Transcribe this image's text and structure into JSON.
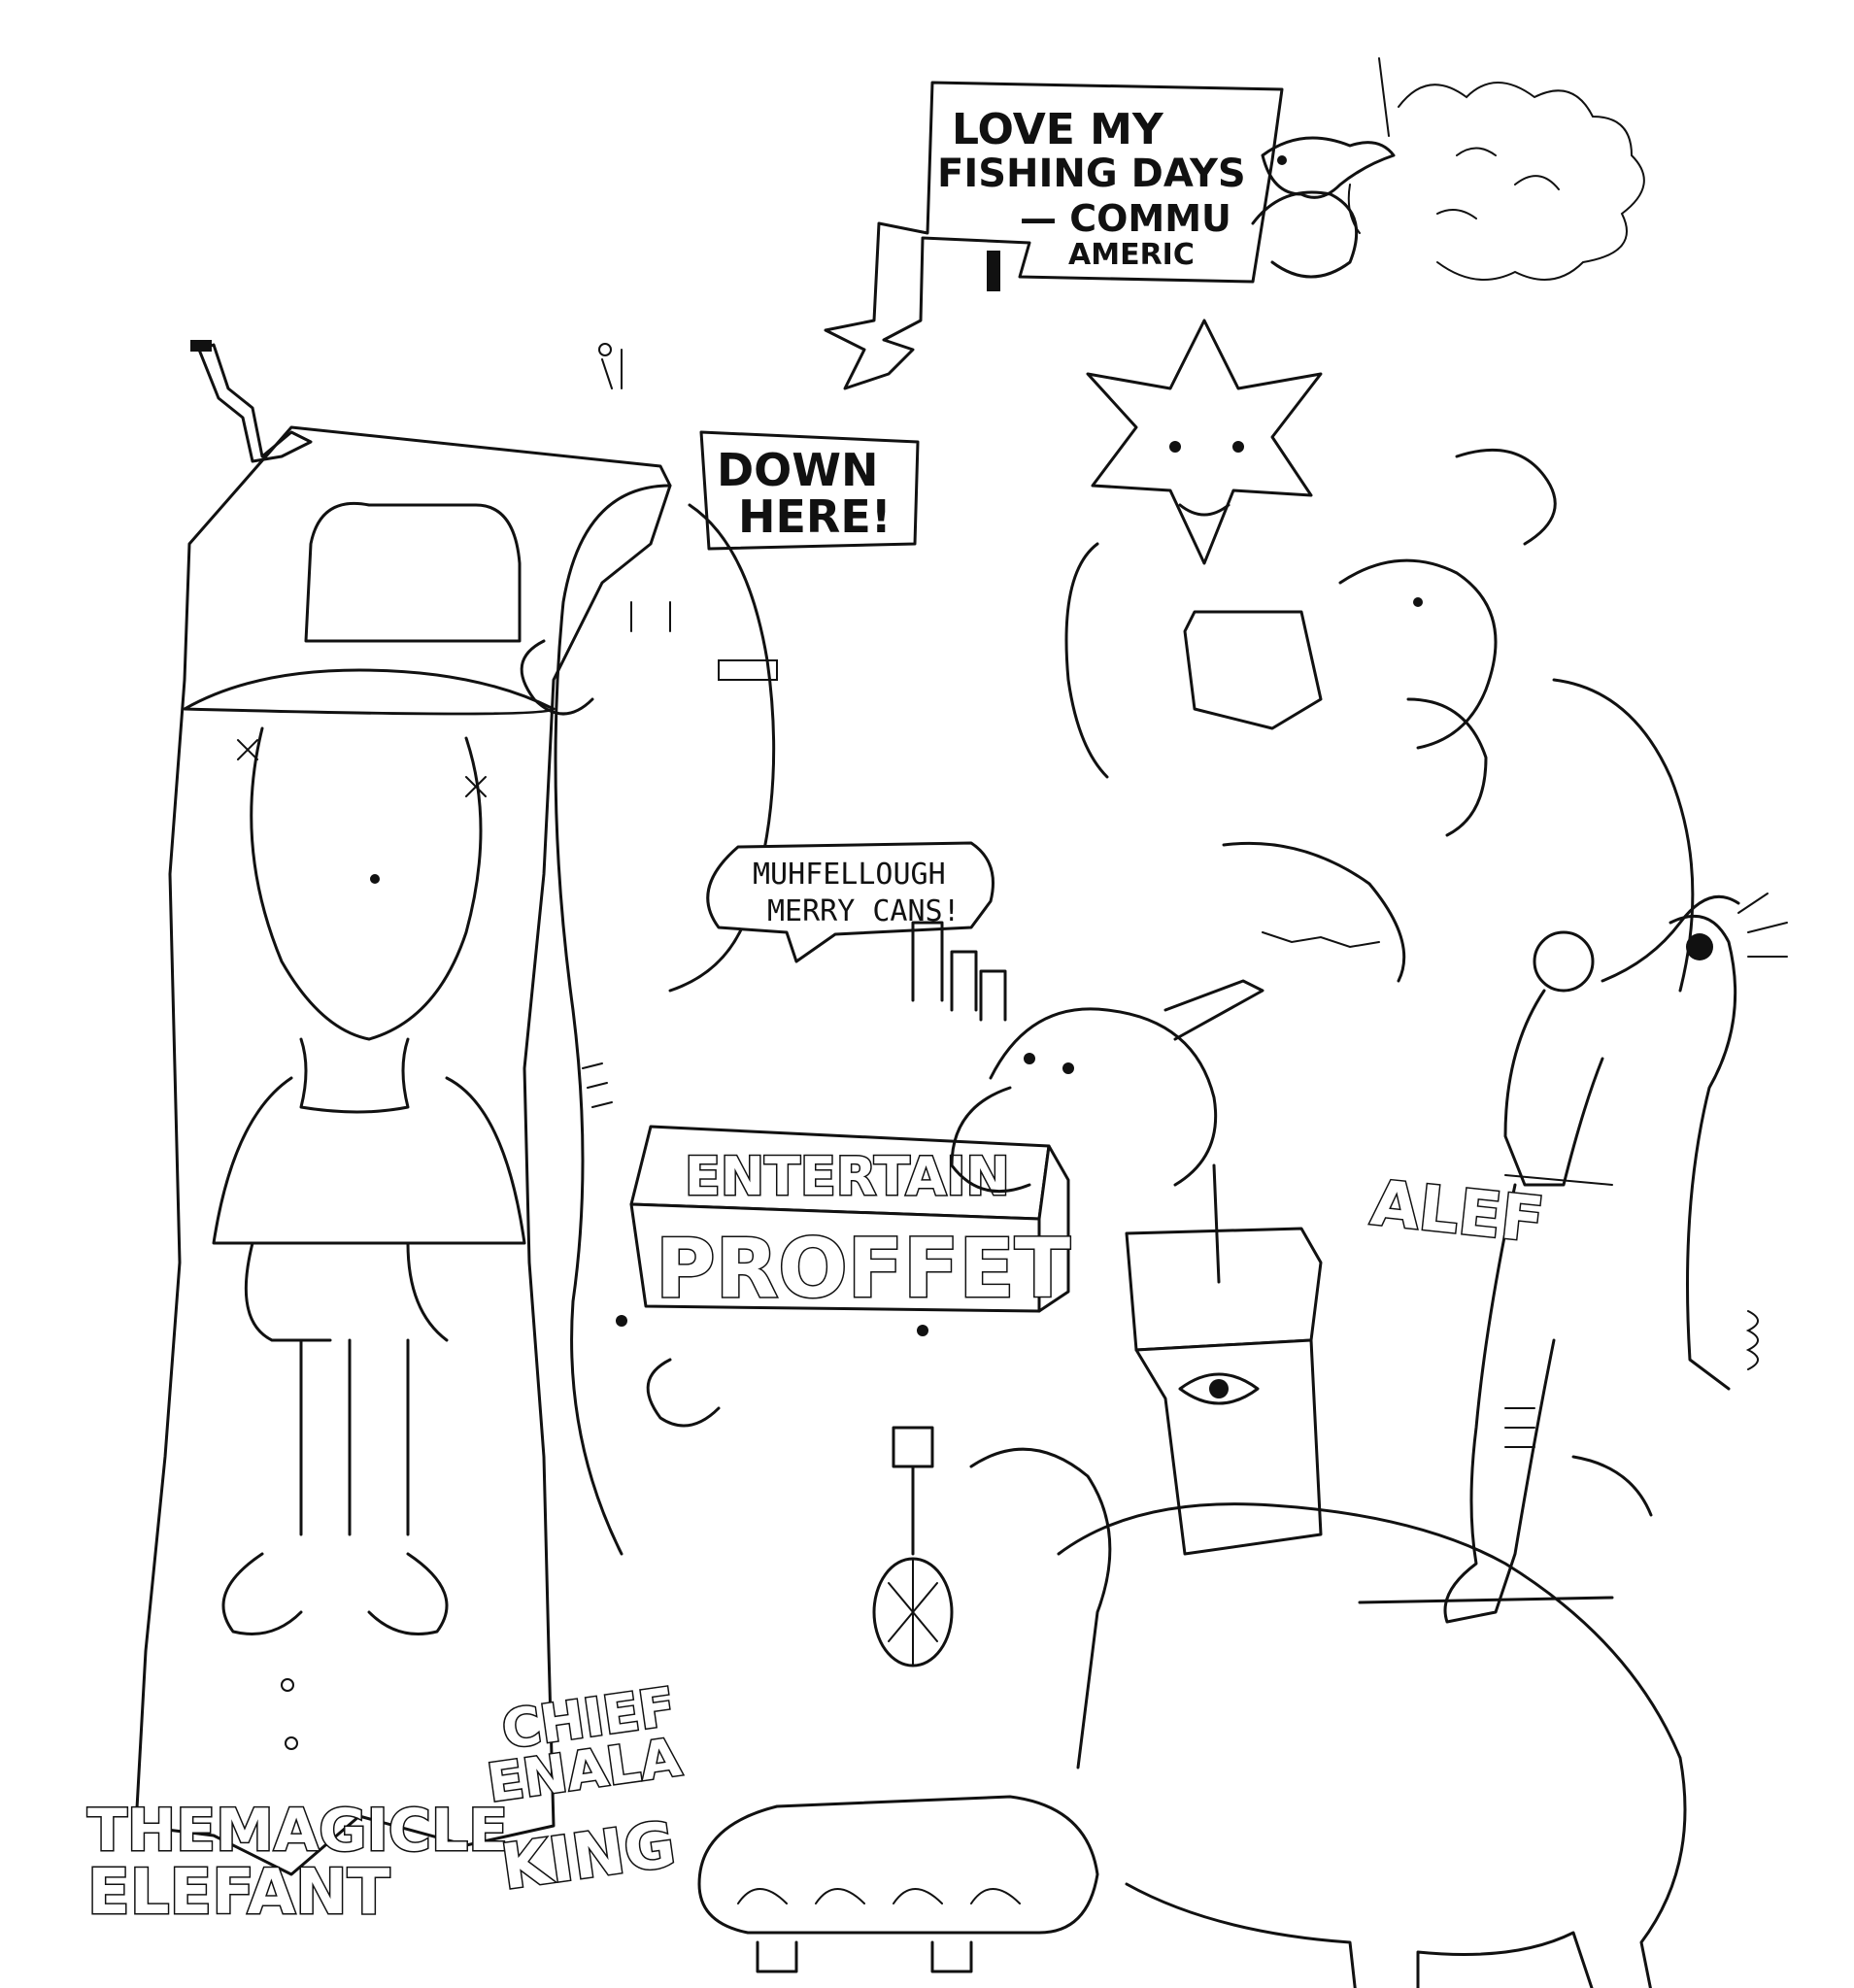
{
  "signs": {
    "banner_line1": "LOVE MY",
    "banner_line2": "FISHING DAYS",
    "banner_line3": "— COMMU",
    "banner_line4": "AMERIC",
    "down_here_line1": "DOWN",
    "down_here_line2": "HERE!",
    "speech_line1": "MUHFELLOUGH",
    "speech_line2": "MERRY CANS!",
    "box_top": "ENTERTAIN",
    "box_front": "PROFFET",
    "side_text": "ALEF",
    "title_line1": "THEMAGICLE",
    "title_line2": "ELEFANT",
    "king_line1": "CHIEF",
    "king_line2": "ENALA",
    "king_line3": "KING"
  },
  "colors": {
    "ink": "#111111",
    "paper": "#ffffff"
  }
}
